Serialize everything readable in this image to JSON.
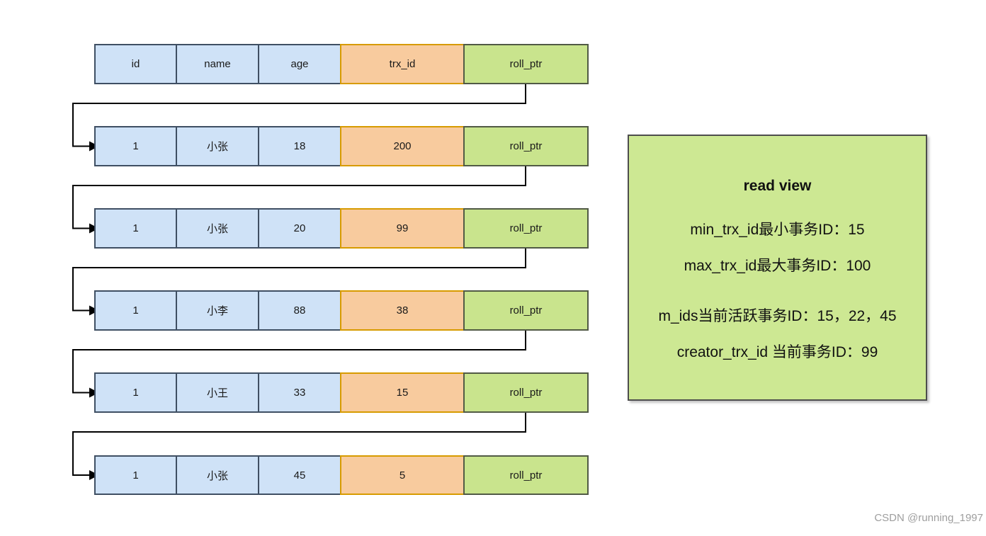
{
  "version_chain": {
    "header": [
      "id",
      "name",
      "age",
      "trx_id",
      "roll_ptr"
    ],
    "rows": [
      [
        "1",
        "小张",
        "18",
        "200",
        "roll_ptr"
      ],
      [
        "1",
        "小张",
        "20",
        "99",
        "roll_ptr"
      ],
      [
        "1",
        "小李",
        "88",
        "38",
        "roll_ptr"
      ],
      [
        "1",
        "小王",
        "33",
        "15",
        "roll_ptr"
      ],
      [
        "1",
        "小张",
        "45",
        "5",
        "roll_ptr"
      ]
    ]
  },
  "read_view": {
    "title": "read view",
    "lines": [
      "min_trx_id最小事务ID：15",
      "max_trx_id最大事务ID：100",
      "m_ids当前活跃事务ID：15，22，45",
      "creator_trx_id 当前事务ID：99"
    ]
  },
  "watermark": "CSDN @running_1997",
  "colors": {
    "cell_blue": "#cfe2f7",
    "cell_blue_border": "#3f4f63",
    "cell_orange": "#f8cb9e",
    "cell_orange_border": "#d79b00",
    "cell_green": "#c9e48d",
    "cell_green_border": "#515a45",
    "read_view_fill": "#cde893",
    "read_view_border": "#4d4d4d",
    "connector": "#000000",
    "text": "#1a1a1a",
    "watermark": "#9e9e9e"
  }
}
